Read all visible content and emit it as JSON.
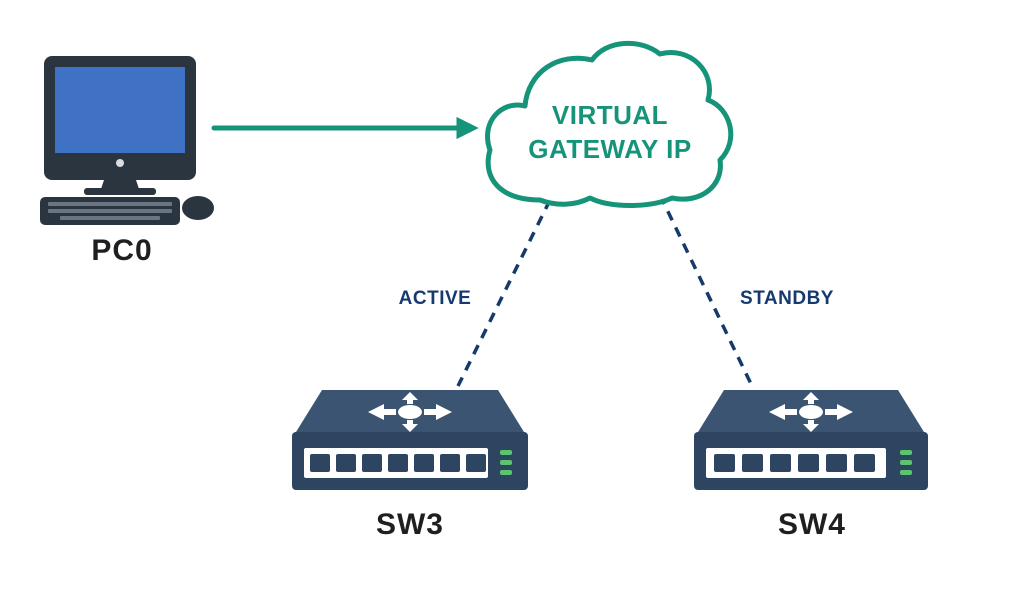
{
  "nodes": {
    "pc": {
      "label": "PC0"
    },
    "gateway": {
      "line1": "VIRTUAL",
      "line2": "GATEWAY IP"
    },
    "sw3": {
      "label": "SW3"
    },
    "sw4": {
      "label": "SW4"
    }
  },
  "links": {
    "sw3_gateway": {
      "label": "ACTIVE"
    },
    "sw4_gateway": {
      "label": "STANDBY"
    }
  },
  "colors": {
    "accent_green": "#169479",
    "link_navy": "#173a6e",
    "monitor_screen": "#3f72c4",
    "switch_body": "#2e4561",
    "status_led": "#5ac46e"
  },
  "icons": {
    "pc": "desktop-computer-icon",
    "gateway": "cloud-icon",
    "switch": "network-switch-icon"
  }
}
